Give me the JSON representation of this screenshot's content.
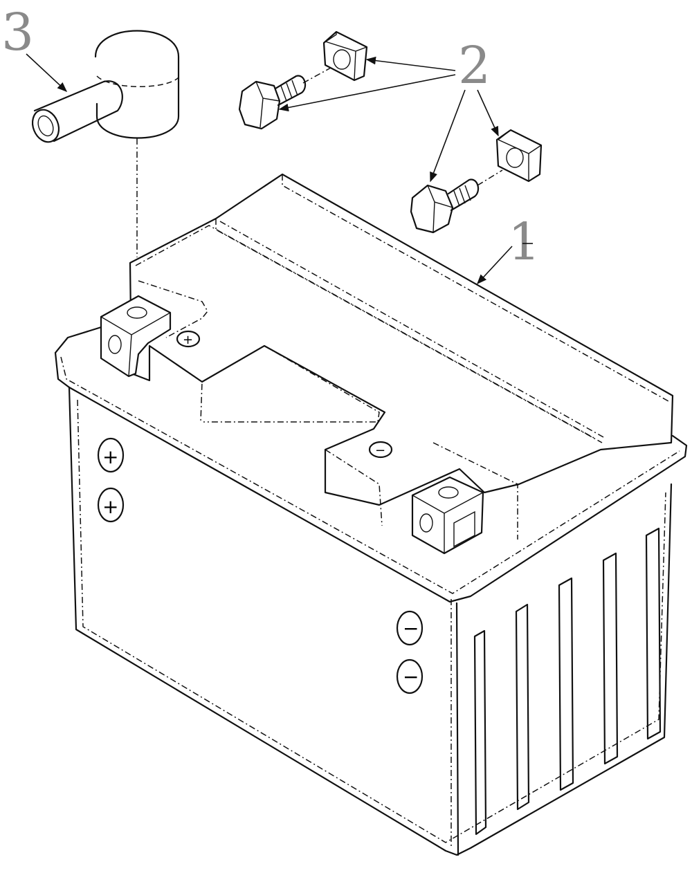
{
  "callouts": {
    "item_1": "1",
    "item_2": "2",
    "item_3": "3"
  },
  "terminal_symbols": {
    "positive": "+",
    "negative": "−"
  },
  "colors": {
    "line": "#111111",
    "callout_text": "#8a8a8a",
    "background": "#ffffff"
  }
}
